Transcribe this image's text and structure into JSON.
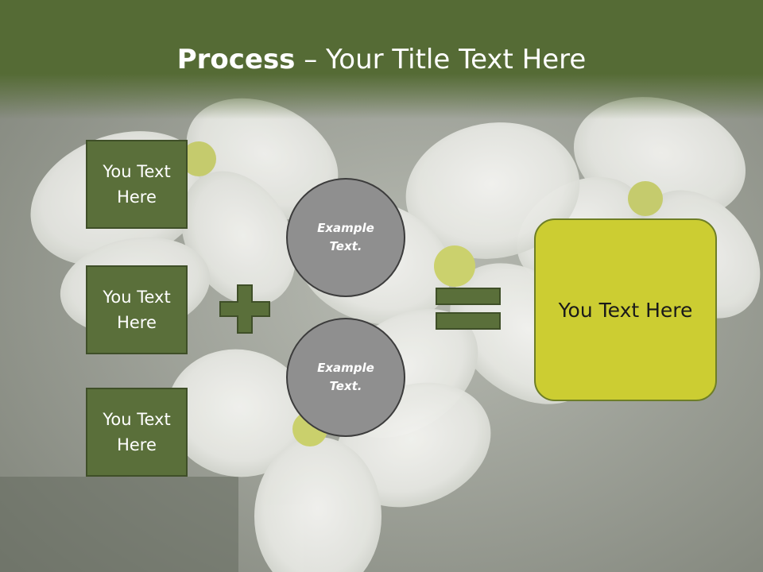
{
  "title": {
    "bold": "Process",
    "rest": " – Your Title Text Here"
  },
  "left_boxes": [
    {
      "line1": "You Text",
      "line2": "Here"
    },
    {
      "line1": "You Text",
      "line2": "Here"
    },
    {
      "line1": "You Text",
      "line2": "Here"
    }
  ],
  "circles": [
    {
      "line1": "Example",
      "line2": "Text."
    },
    {
      "line1": "Example",
      "line2": "Text."
    }
  ],
  "result_box": {
    "label": "You Text Here"
  },
  "icons": {
    "plus": "plus-icon",
    "equals": "equals-icon"
  },
  "colors": {
    "title_band": "#556b35",
    "box_green": "#5a6f3a",
    "circle_gray": "#8f8f8f",
    "result_yellow": "#cccd32"
  }
}
